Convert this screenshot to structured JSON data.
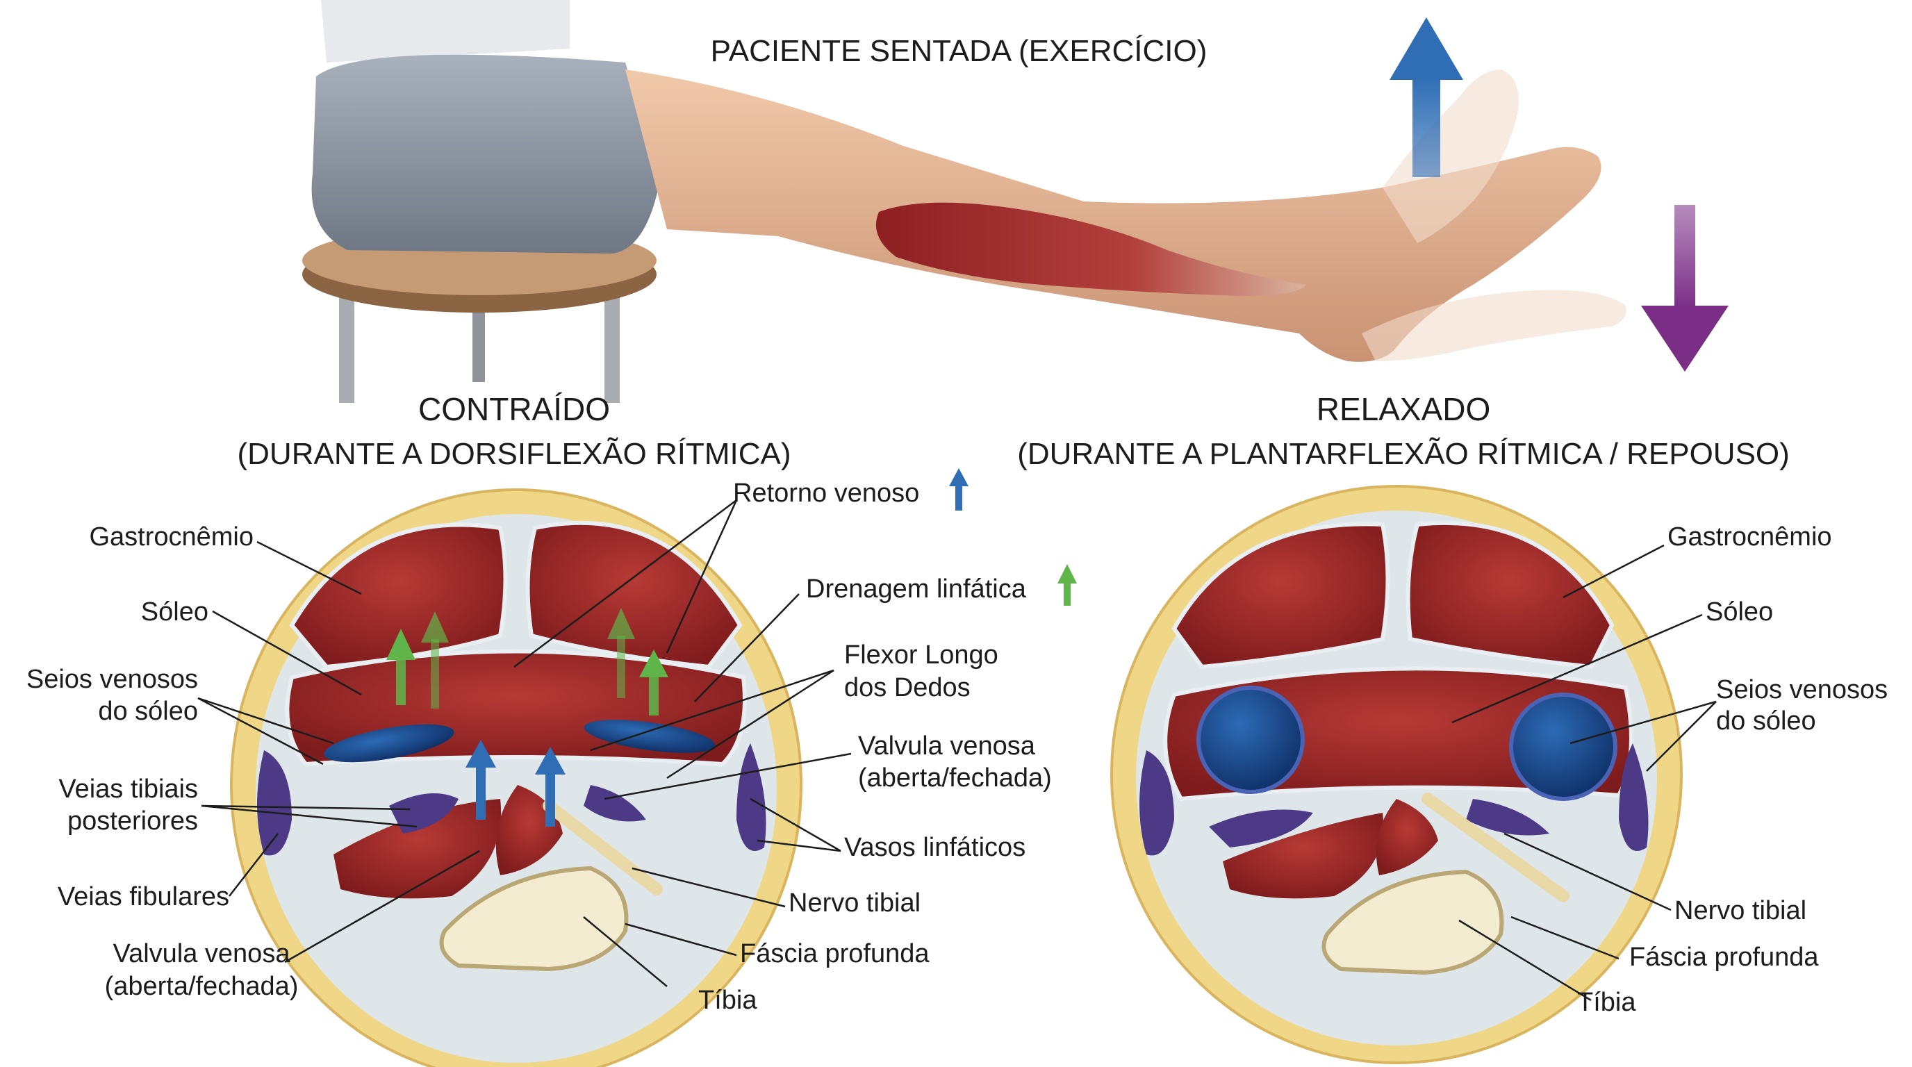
{
  "header": {
    "title": "PACIENTE SENTADA (EXERCÍCIO)"
  },
  "contracted": {
    "title": "CONTRAÍDO",
    "subtitle": "(DURANTE A DORSIFLEXÃO RÍTMICA)",
    "labels": {
      "gastrocnemius": "Gastrocnêmio",
      "soleus": "Sóleo",
      "soleal_sinuses_1": "Seios venosos",
      "soleal_sinuses_2": "do sóleo",
      "posterior_tibial_veins_1": "Veias tibiais",
      "posterior_tibial_veins_2": "posteriores",
      "fibular_veins": "Veias fibulares",
      "valve_left_1": "Valvula venosa",
      "valve_left_2": "(aberta/fechada)",
      "venous_return": "Retorno venoso",
      "lymph_drainage": "Drenagem linfática",
      "fdl_1": "Flexor Longo",
      "fdl_2": "dos Dedos",
      "valve_right_1": "Valvula venosa",
      "valve_right_2": "(aberta/fechada)",
      "lymph_vessels": "Vasos linfáticos",
      "tibial_nerve": "Nervo tibial",
      "deep_fascia": "Fáscia profunda",
      "tibia": "Tíbia"
    }
  },
  "relaxed": {
    "title": "RELAXADO",
    "subtitle": "(DURANTE A PLANTARFLEXÃO RÍTMICA / REPOUSO)",
    "labels": {
      "gastrocnemius": "Gastrocnêmio",
      "soleus": "Sóleo",
      "soleal_sinuses_1": "Seios venosos",
      "soleal_sinuses_2": "do sóleo",
      "tibial_nerve": "Nervo tibial",
      "deep_fascia": "Fáscia profunda",
      "tibia": "Tíbia"
    }
  },
  "colors": {
    "up_arrow": "#2f6db5",
    "down_arrow": "#7a2e86",
    "lymph_arrow": "#5fb54a",
    "muscle": "#9c2727",
    "vein_blue": "#1e4f8e",
    "vein_purple": "#4c3a86",
    "fat": "#f0d687",
    "bone": "#f4ecd0"
  }
}
